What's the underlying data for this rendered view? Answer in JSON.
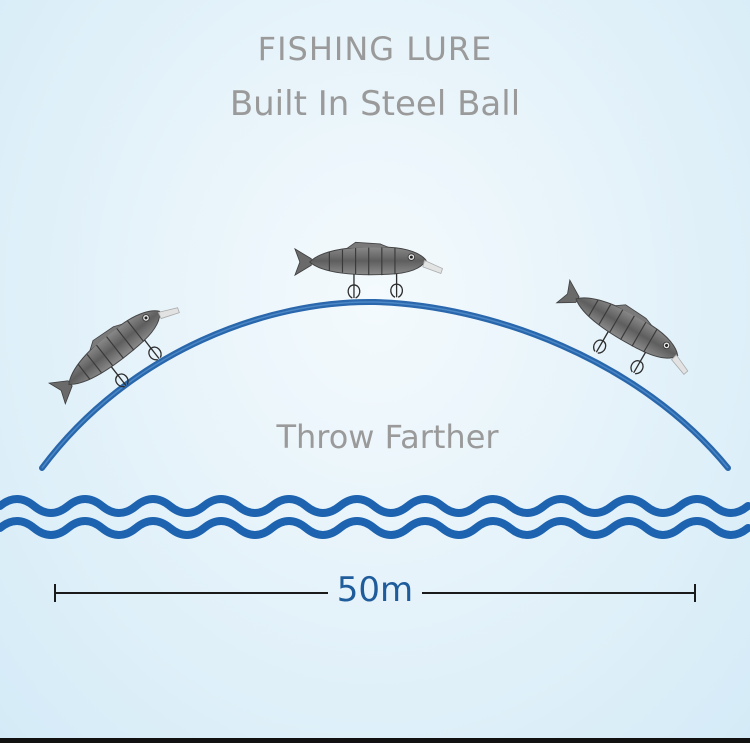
{
  "heading": {
    "line1": "FISHING LURE",
    "line2": "Built In Steel Ball"
  },
  "caption": "Throw Farther",
  "distance": "50m",
  "colors": {
    "arc": "#1f5fa8",
    "waves": "#1d63b0",
    "text": "#9a9a9a",
    "distance_text": "#1f5c9b",
    "lure_body": "#6e6e6e",
    "lure_lip": "#d9d9d9"
  },
  "icons": [
    "lure-left-icon",
    "lure-center-icon",
    "lure-right-icon"
  ]
}
